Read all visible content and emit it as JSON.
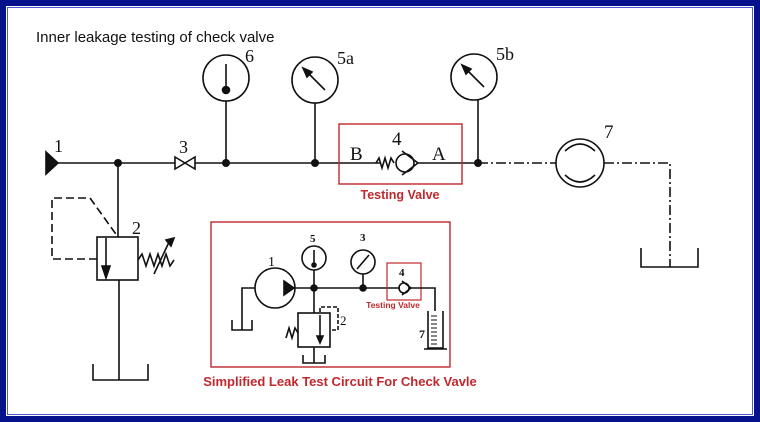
{
  "title": "Inner leakage testing of check valve",
  "main_circuit": {
    "labels": {
      "pump": "1",
      "relief_valve": "2",
      "throttle_valve": "3",
      "check_valve": "4",
      "gauge_5a": "5a",
      "gauge_5b": "5b",
      "gauge_6": "6",
      "flow_meter": "7",
      "port_b": "B",
      "port_a": "A"
    },
    "testing_valve_caption": "Testing Valve"
  },
  "inset": {
    "labels": {
      "pump": "1",
      "relief_valve": "2",
      "gauge_3": "3",
      "check_valve": "4",
      "gauge_5": "5",
      "cylinder": "7"
    },
    "testing_valve_caption": "Testing Valve",
    "caption": "Simplified Leak Test Circuit For Check Vavle"
  },
  "colors": {
    "border": "#05128c",
    "highlight": "#c0282d",
    "line": "#111111"
  }
}
